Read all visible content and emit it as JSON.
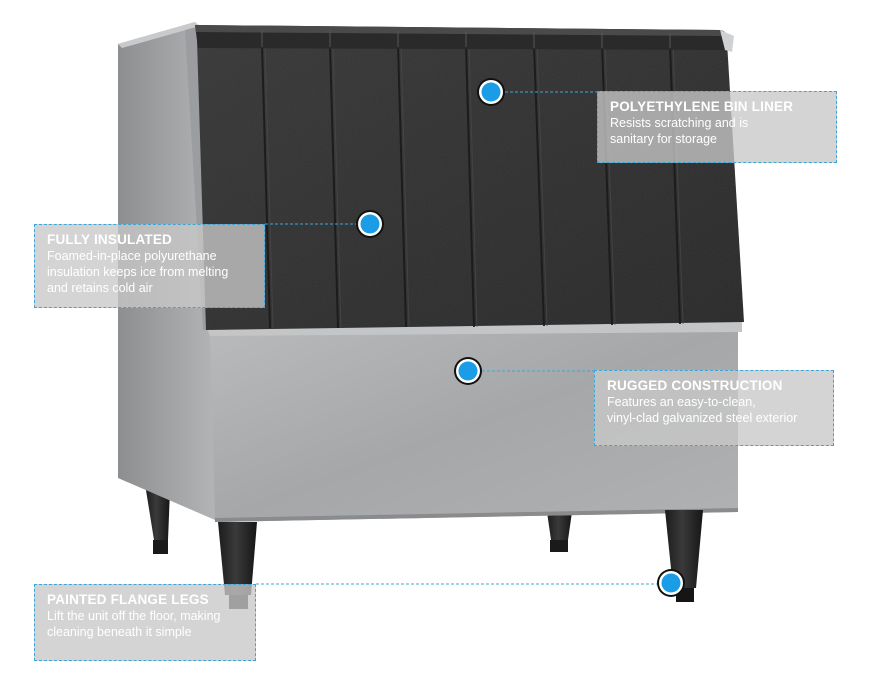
{
  "callouts": {
    "liner": {
      "title": "POLYETHYLENE BIN LINER",
      "line1": "Resists scratching and is",
      "line2": "sanitary for storage"
    },
    "insulated": {
      "title": "FULLY INSULATED",
      "line1": "Foamed-in-place polyurethane",
      "line2": "insulation keeps ice from melting",
      "line3": "and retains cold air"
    },
    "rugged": {
      "title": "RUGGED CONSTRUCTION",
      "line1": "Features an easy-to-clean,",
      "line2": "vinyl-clad galvanized steel exterior"
    },
    "legs": {
      "title": "PAINTED FLANGE LEGS",
      "line1": "Lift the unit off the floor, making",
      "line2": "cleaning beneath it simple"
    }
  },
  "colors": {
    "hotspot": "#1a9ce6",
    "leader_line": "#3aa7d8",
    "cabinet": "#a8a9ab",
    "liner": "#2b2b2b"
  }
}
